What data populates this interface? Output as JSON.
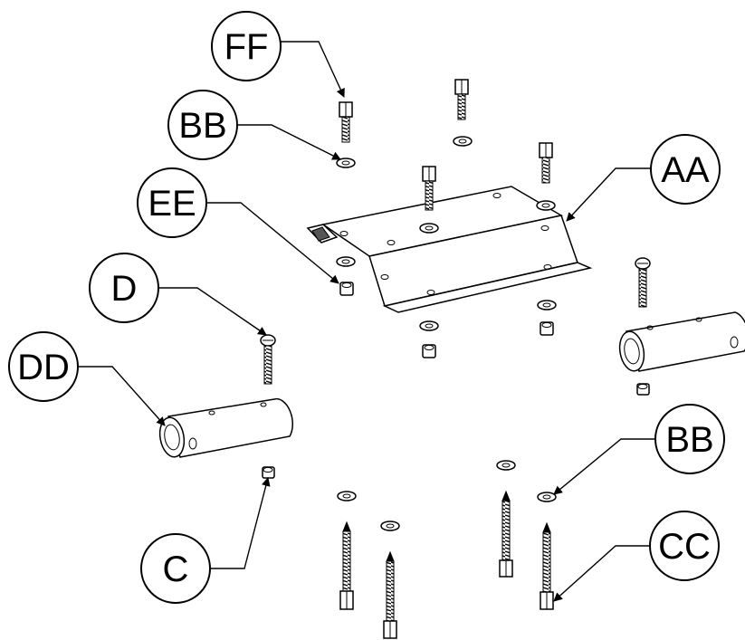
{
  "callouts": {
    "ff": "FF",
    "bb_top": "BB",
    "ee": "EE",
    "aa": "AA",
    "d": "D",
    "dd": "DD",
    "bb_bottom": "BB",
    "c": "C",
    "cc": "CC"
  }
}
